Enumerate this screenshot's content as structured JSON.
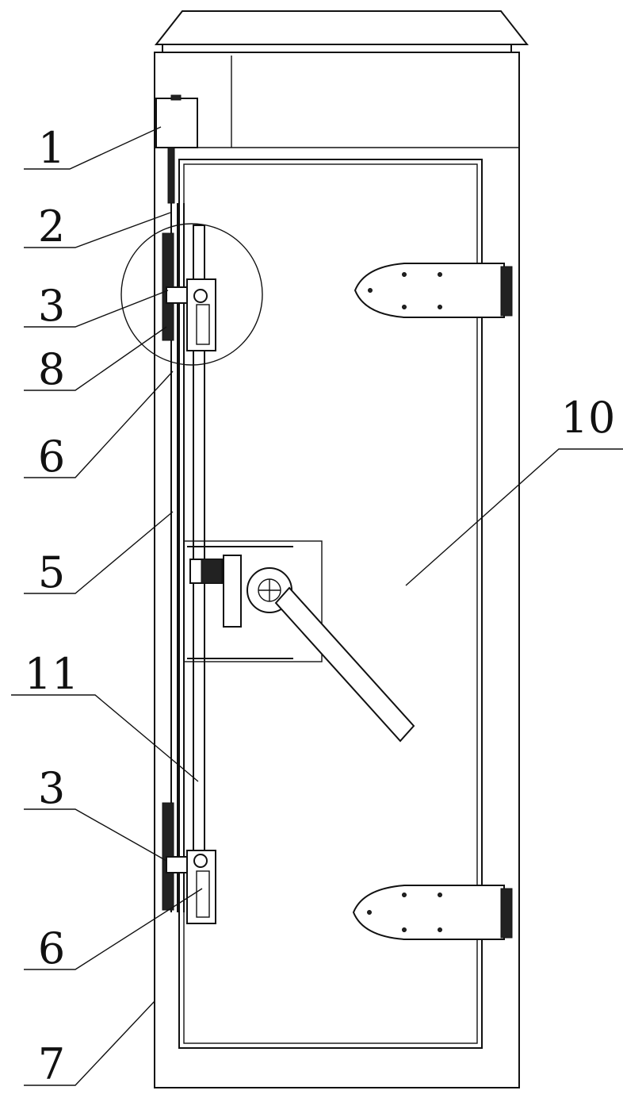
{
  "labels": {
    "l1": "1",
    "l2": "2",
    "l3a": "3",
    "l8": "8",
    "l6a": "6",
    "l5": "5",
    "l11": "11",
    "l3b": "3",
    "l6b": "6",
    "l7": "7",
    "l10": "10"
  }
}
